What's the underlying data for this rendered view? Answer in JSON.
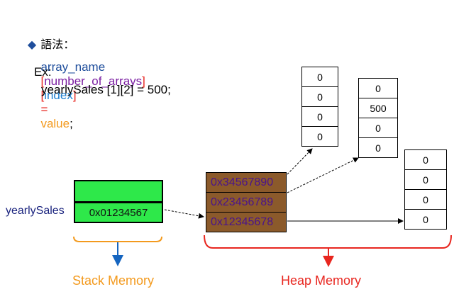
{
  "header": {
    "bullet_icon": "diamond-icon",
    "title": "語法："
  },
  "syntax": {
    "name": "array_name",
    "b1_open": "[",
    "dim1": "number_of_arrays",
    "b1_close": "]",
    "b2_open": "[",
    "dim2": "index",
    "b2_close": "]",
    "eq": "=",
    "value": "value",
    "semi": ";"
  },
  "example": {
    "label": "Ex:",
    "code": "yearlySales [1][2] = 500;"
  },
  "stack": {
    "var_label": "yearlySales",
    "address": "0x01234567",
    "caption": "Stack Memory"
  },
  "heap": {
    "pointers": [
      "0x34567890",
      "0x23456789",
      "0x12345678"
    ],
    "caption": "Heap Memory",
    "arrays": [
      [
        "0",
        "0",
        "0",
        "0"
      ],
      [
        "0",
        "500",
        "0",
        "0"
      ],
      [
        "0",
        "0",
        "0",
        "0"
      ]
    ]
  },
  "colors": {
    "syntax_name": "#1f4e9c",
    "syntax_bracket": "#e8261f",
    "syntax_dim1": "#7b1fa2",
    "syntax_dim2": "#1f7fd0",
    "syntax_value": "#f39a1e",
    "stack_fill": "#2ee84a",
    "heap_fill": "#8b5a2b",
    "stack_brace": "#f39a1e",
    "stack_arrow": "#1565c0",
    "heap_brace": "#e8261f"
  }
}
